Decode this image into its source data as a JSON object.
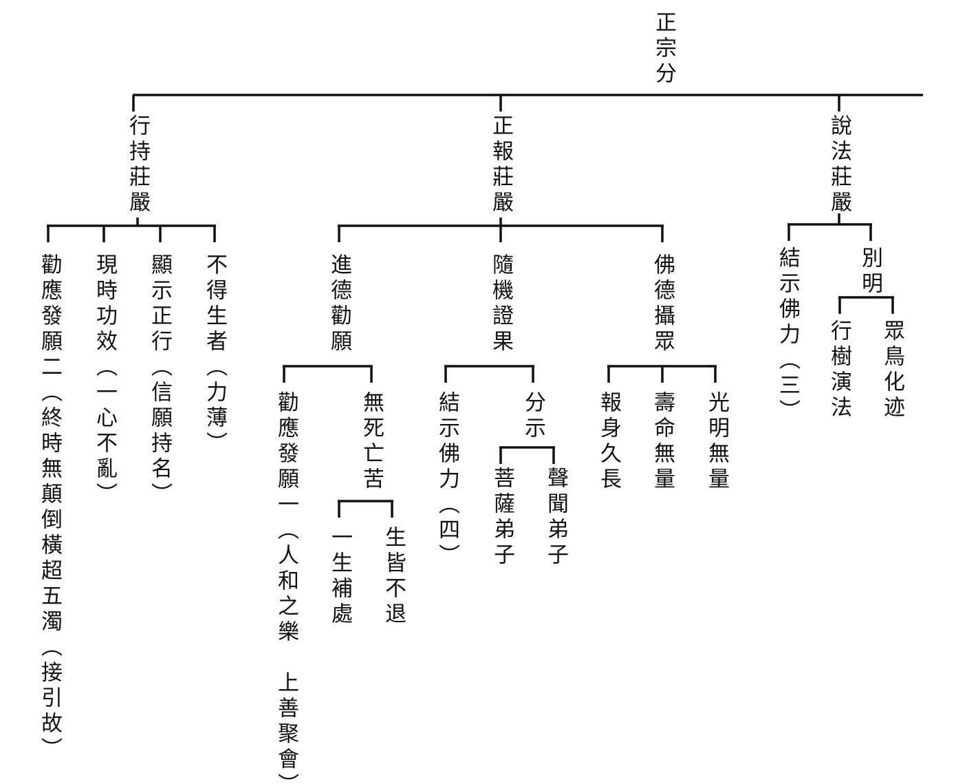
{
  "root": "正宗分",
  "branches": {
    "practice": {
      "label": "行持莊嚴",
      "children": [
        "勸應發願二（終時無顛倒橫超五濁（接引故）",
        "現時功效（一心不亂）",
        "顯示正行（信願持名）",
        "不得生者（力薄）"
      ]
    },
    "reward": {
      "label": "正報莊嚴",
      "virtue": {
        "label": "進德勸願",
        "exhort": "勸應發願一（人和之樂　上善聚會）",
        "no_death": {
          "label": "無死亡苦",
          "children": [
            "一生補處",
            "生皆不退"
          ]
        }
      },
      "fruit": {
        "label": "隨機證果",
        "summary": "結示佛力（四）",
        "separate": {
          "label": "分示",
          "children": [
            "菩薩弟子",
            "聲聞弟子"
          ]
        }
      },
      "buddha": {
        "label": "佛德攝眾",
        "children": [
          "報身久長",
          "壽命無量",
          "光明無量"
        ]
      }
    },
    "dharma": {
      "label": "說法莊嚴",
      "summary": "結示佛力（三）",
      "distinct": {
        "label": "別明",
        "children": [
          "行樹演法",
          "眾鳥化迹"
        ]
      }
    }
  }
}
